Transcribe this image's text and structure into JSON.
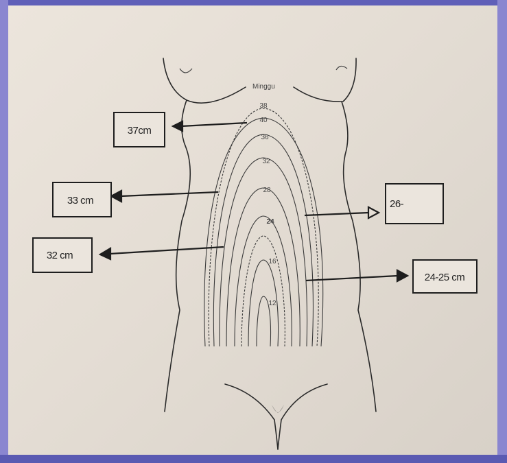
{
  "diagram": {
    "header_label": "Minggu",
    "week_labels": [
      "38",
      "40",
      "36",
      "32",
      "28",
      "24",
      "16",
      "12"
    ],
    "callouts": {
      "left_top": "37cm",
      "left_mid": "33 cm",
      "left_low": "32 cm",
      "right_mid": "26-",
      "right_low": "24-25 cm"
    }
  },
  "colors": {
    "slide_background": "#6f6fc2",
    "paper": "#e6dfd6",
    "ink": "#222222"
  }
}
